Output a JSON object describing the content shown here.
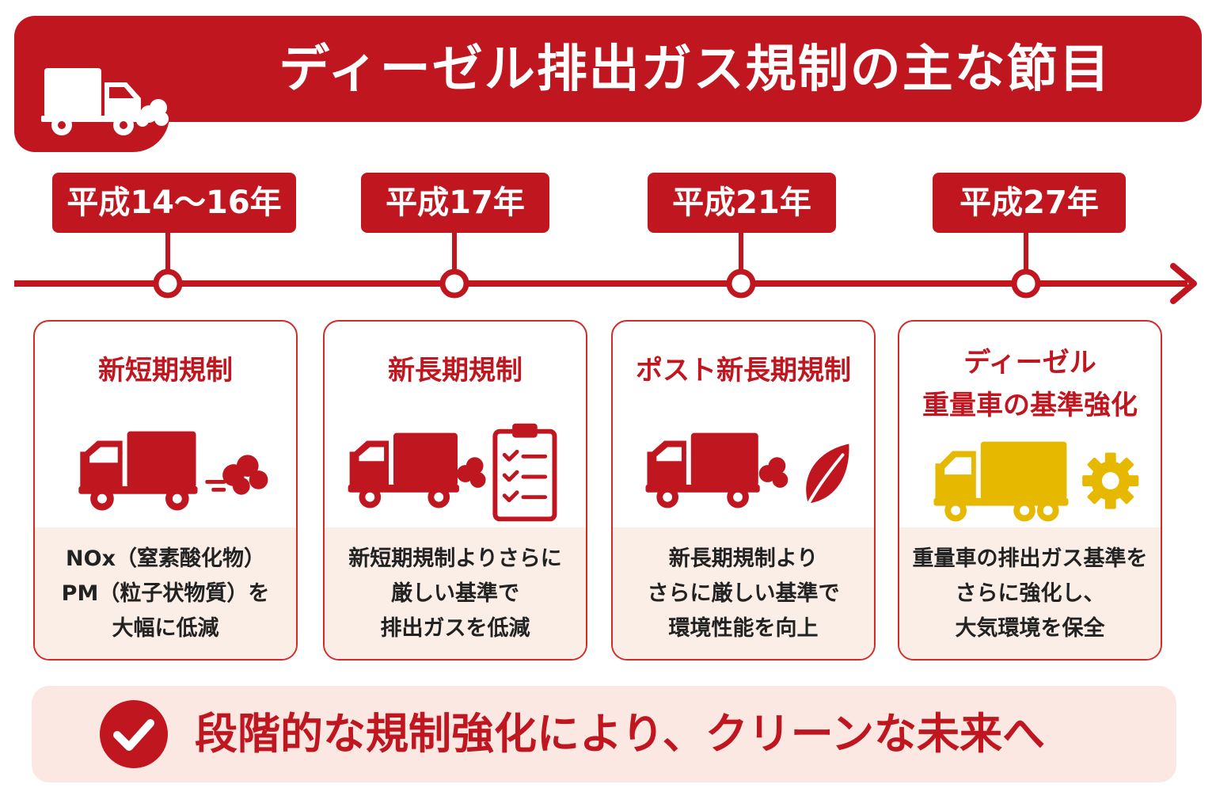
{
  "title": "ディーゼル排出ガス規制の主な節目",
  "colors": {
    "primary": "#c0161f",
    "accent_yellow": "#e6b800",
    "panel": "#fbeee6"
  },
  "icons": {
    "header": [
      "truck-icon",
      "exhaust-smoke-icon"
    ],
    "banner": "checkmark-icon"
  },
  "milestones": [
    {
      "year": "平成14〜16年",
      "title_lines": [
        "新短期規制"
      ],
      "description": [
        "NOx（窒素酸化物）",
        "PM（粒子状物質）を",
        "大幅に低減"
      ],
      "icons": [
        "truck-icon",
        "exhaust-smoke-icon"
      ]
    },
    {
      "year": "平成17年",
      "title_lines": [
        "新長期規制"
      ],
      "description": [
        "新短期規制よりさらに",
        "厳しい基準で",
        "排出ガスを低減"
      ],
      "icons": [
        "truck-icon",
        "exhaust-smoke-icon",
        "checklist-clipboard-icon"
      ]
    },
    {
      "year": "平成21年",
      "title_lines": [
        "ポスト新長期規制"
      ],
      "description": [
        "新長期規制より",
        "さらに厳しい基準で",
        "環境性能を向上"
      ],
      "icons": [
        "truck-icon",
        "exhaust-smoke-icon",
        "leaf-icon"
      ]
    },
    {
      "year": "平成27年",
      "title_lines": [
        "ディーゼル",
        "重量車の基準強化"
      ],
      "description": [
        "重量車の排出ガス基準を",
        "さらに強化し、",
        "大気環境を保全"
      ],
      "icons": [
        "truck-icon",
        "gear-icon"
      ]
    }
  ],
  "banner_text": "段階的な規制強化により、クリーンな未来へ"
}
